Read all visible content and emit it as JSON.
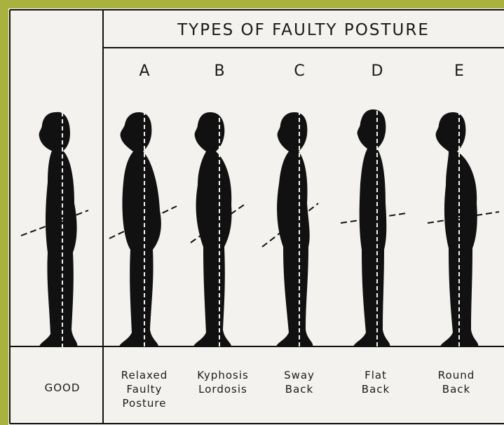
{
  "title": "TYPES OF FAULTY POSTURE",
  "colors": {
    "frame": "#a9b23f",
    "paper": "#f3f2ee",
    "ink": "#111111"
  },
  "figures": [
    {
      "letter": "",
      "caption": [
        "GOOD"
      ]
    },
    {
      "letter": "A",
      "caption": [
        "Relaxed",
        "Faulty",
        "Posture"
      ]
    },
    {
      "letter": "B",
      "caption": [
        "Kyphosis",
        "Lordosis"
      ]
    },
    {
      "letter": "C",
      "caption": [
        "Sway",
        "Back"
      ]
    },
    {
      "letter": "D",
      "caption": [
        "Flat",
        "Back"
      ]
    },
    {
      "letter": "E",
      "caption": [
        "Round",
        "Back"
      ]
    }
  ]
}
